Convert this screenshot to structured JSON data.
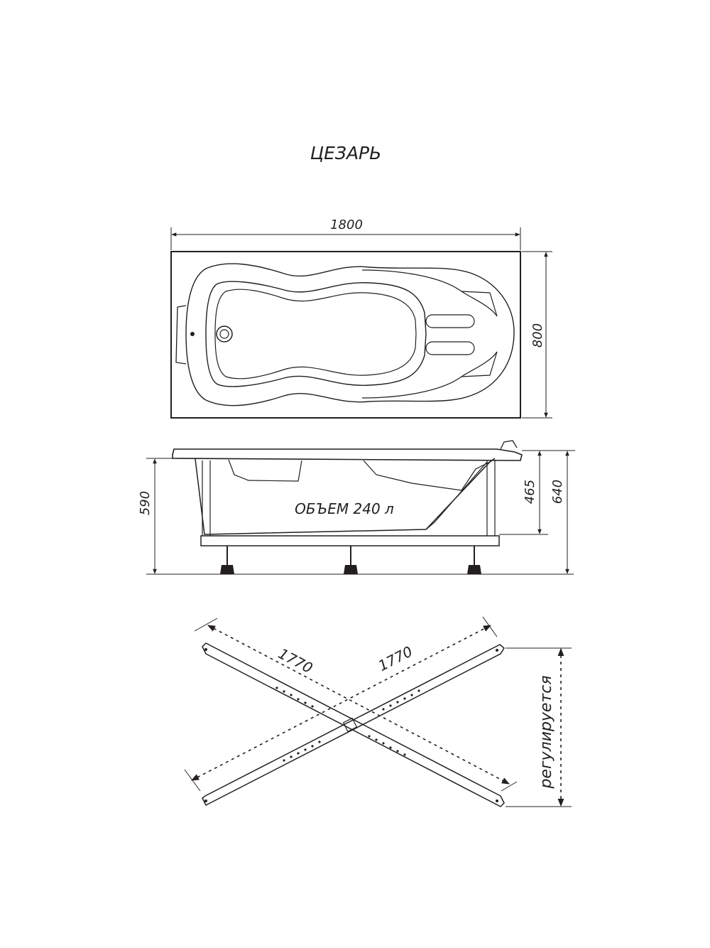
{
  "title": "ЦЕЗАРЬ",
  "top_view": {
    "length_label": "1800",
    "width_label": "800"
  },
  "side_view": {
    "volume_label": "ОБЪЕМ 240 л",
    "depth_label": "465",
    "height_label": "640",
    "frame_height_label": "590"
  },
  "frame_view": {
    "bar1_label": "1770",
    "bar2_label": "1770",
    "adjustable_label": "регулируется"
  },
  "colors": {
    "line": "#231f20",
    "background": "#ffffff"
  }
}
